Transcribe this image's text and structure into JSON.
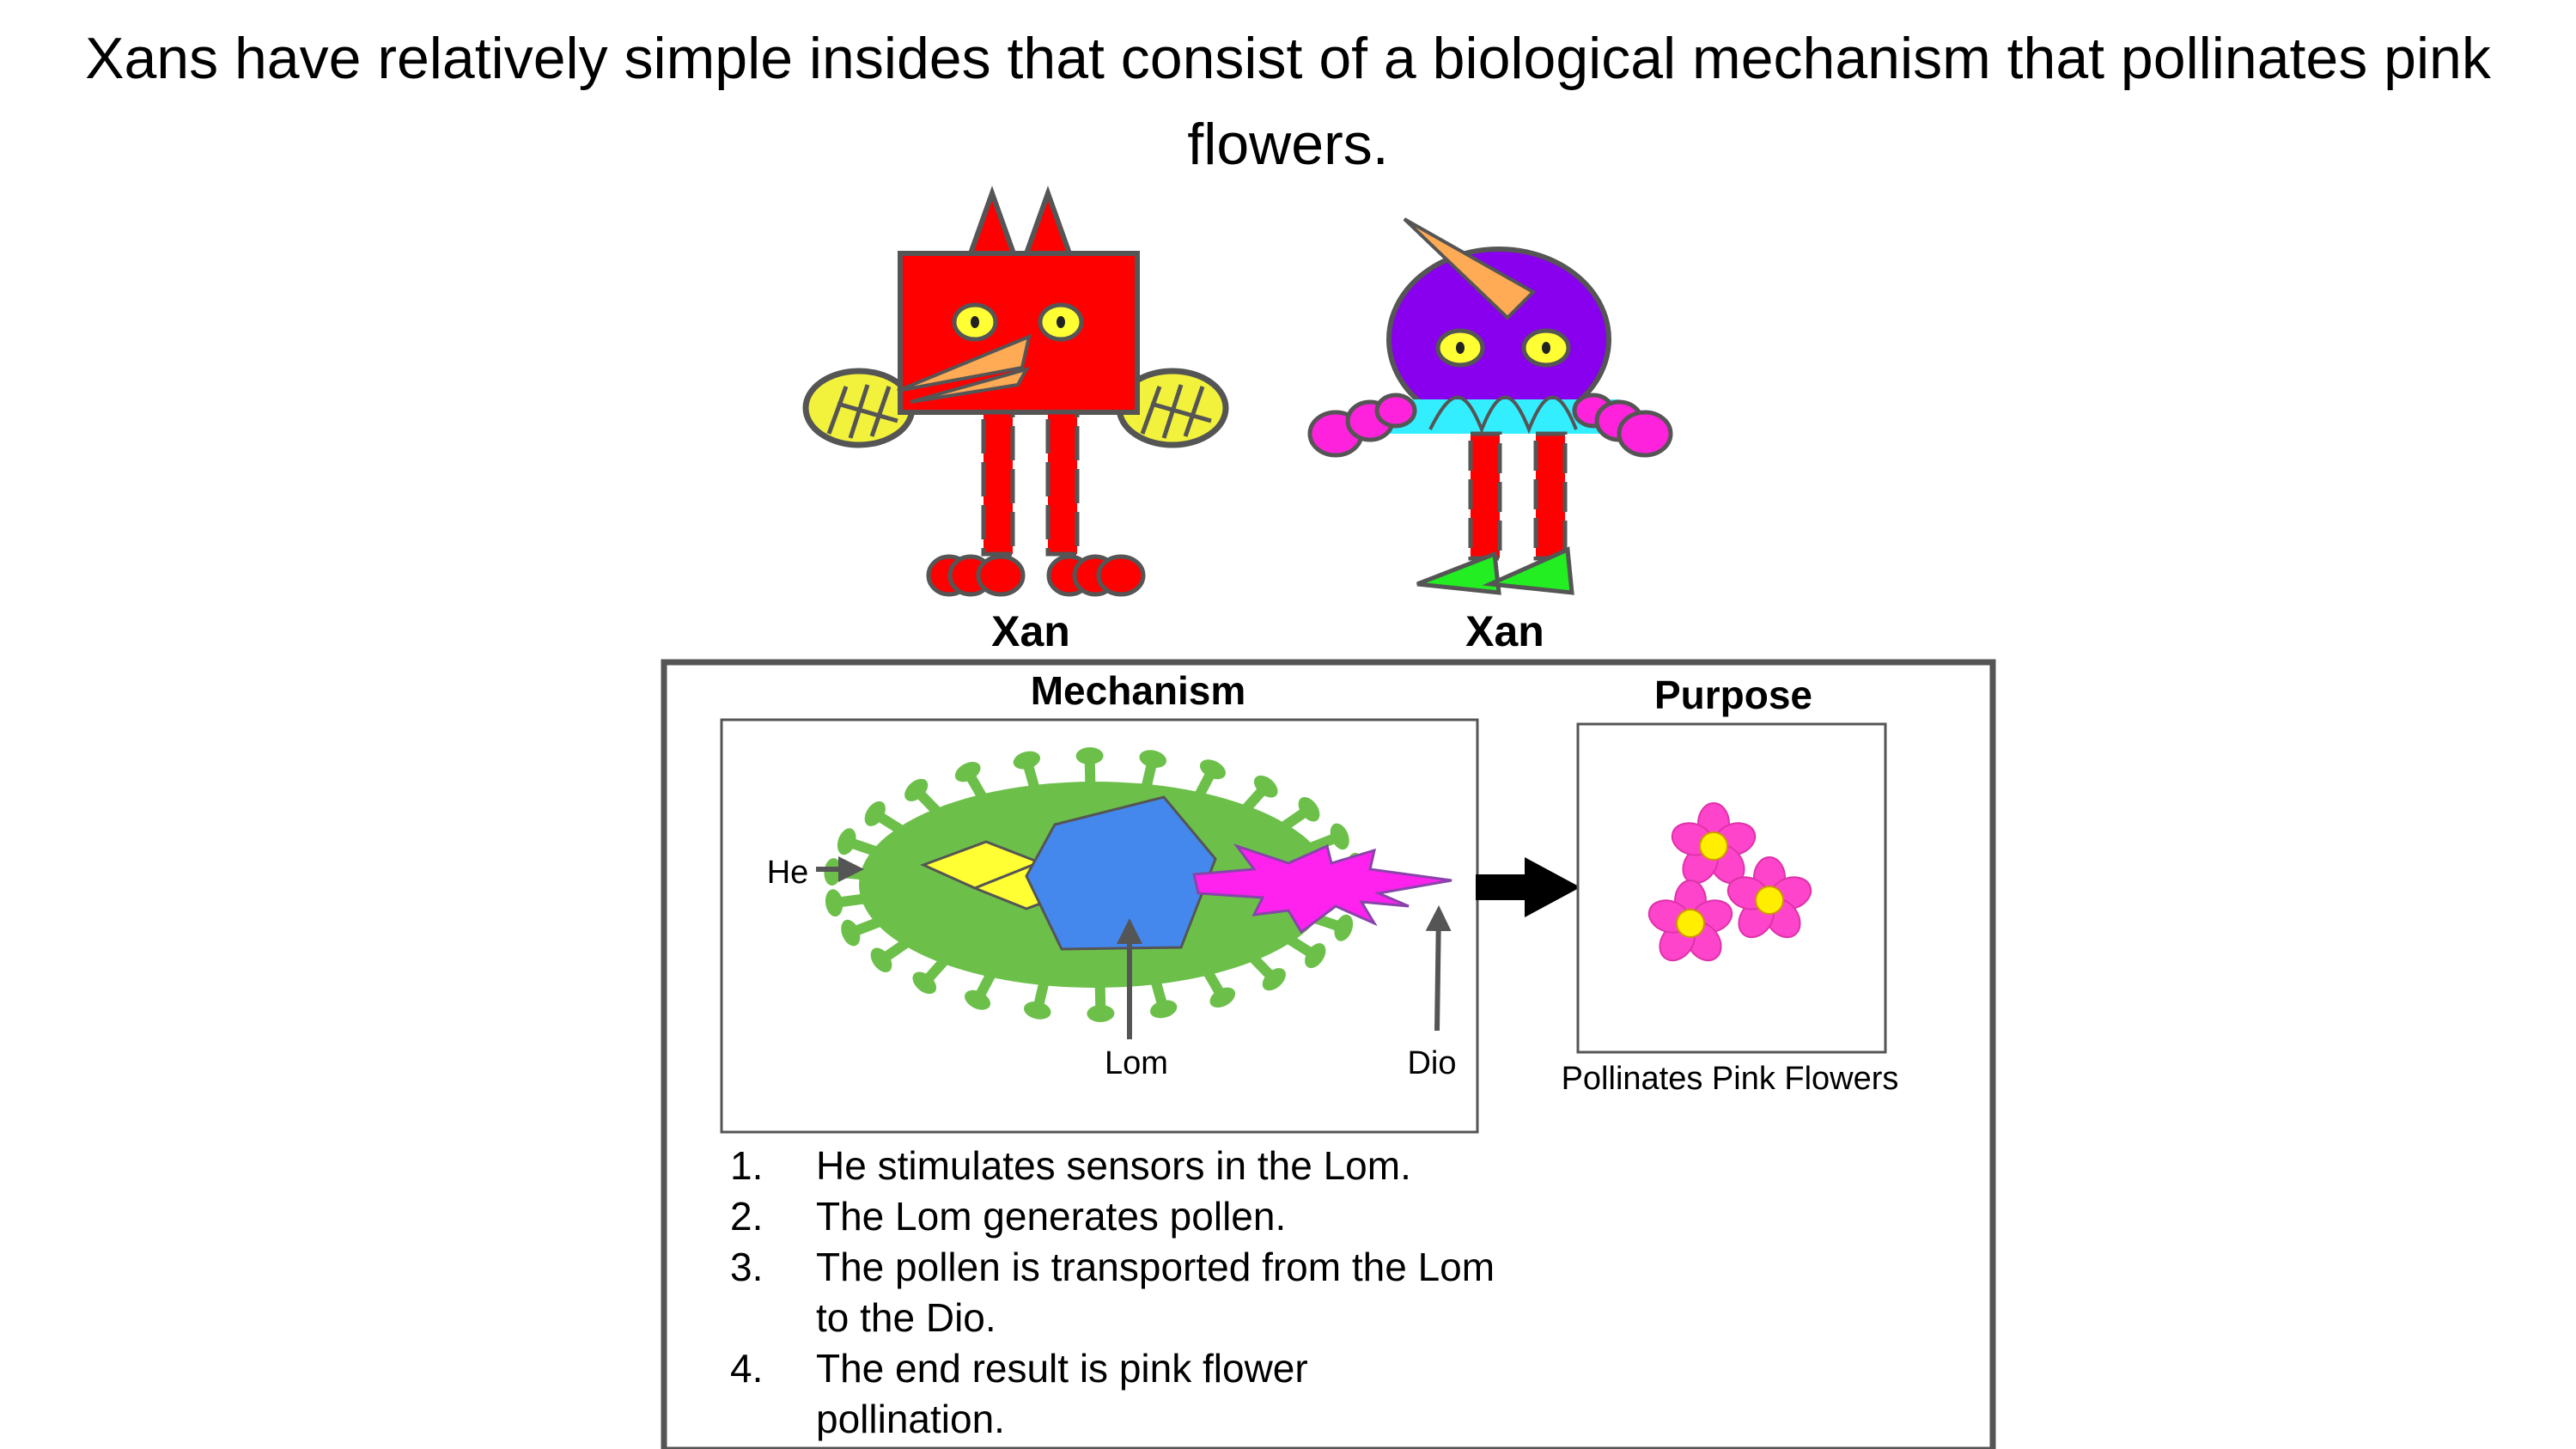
{
  "title": "Xans have relatively simple insides that consist of a biological mechanism that pollinates pink flowers.",
  "creatures": [
    {
      "name": "Xan",
      "body_color": "#ff0000",
      "eye_color": "#ffff33",
      "beak_color": "#ffaa55",
      "wing_color": "#f2f23c"
    },
    {
      "name": "Xan",
      "head_color": "#8800ee",
      "band_color": "#33eeff",
      "hand_color": "#ff22dd",
      "horn_color": "#ffaa55",
      "feet_color": "#22ee22"
    }
  ],
  "panel": {
    "mechanism_heading": "Mechanism",
    "purpose_heading": "Purpose",
    "labels": {
      "he": "He",
      "lom": "Lom",
      "dio": "Dio"
    },
    "purpose_caption": "Pollinates Pink Flowers",
    "colors": {
      "cell": "#6cc04a",
      "lom": "#4488ee",
      "he": "#ffff33",
      "dio": "#ff22ee",
      "flower": "#ff44cc",
      "flower_center": "#ffee00"
    }
  },
  "steps": [
    {
      "num": "1.",
      "text": "He stimulates sensors in the Lom."
    },
    {
      "num": "2.",
      "text": "The Lom generates pollen."
    },
    {
      "num": "3.",
      "text": "The pollen is transported from the Lom to the Dio."
    },
    {
      "num": "4.",
      "text": "The end result is pink flower pollination."
    }
  ]
}
